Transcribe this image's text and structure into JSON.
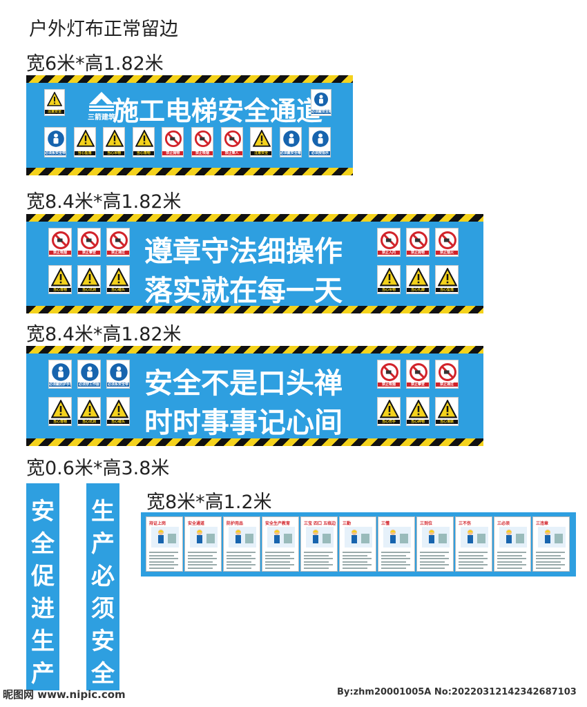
{
  "page_title": "户外灯布正常留边",
  "banners": [
    {
      "size": "宽6米*高1.82米",
      "lines": [
        "施工电梯安全通道"
      ],
      "logo_text": "三箭建筑",
      "signs_top": [
        {
          "type": "warning",
          "caption": "注意安全"
        },
        {
          "type": "mandatory",
          "caption": "必须戴安全帽"
        }
      ],
      "signs_bottom": [
        {
          "type": "mandatory",
          "caption": "必须系安全带"
        },
        {
          "type": "warning",
          "caption": "当心坠落"
        },
        {
          "type": "warning",
          "caption": "当心吊物"
        },
        {
          "type": "warning",
          "caption": "当心落物"
        },
        {
          "type": "prohibition",
          "caption": "禁止抛物"
        },
        {
          "type": "prohibition",
          "caption": "禁止吸烟"
        },
        {
          "type": "prohibition",
          "caption": "禁止乘人"
        },
        {
          "type": "warning",
          "caption": "注意安全"
        },
        {
          "type": "mandatory",
          "caption": "必须戴安全帽"
        },
        {
          "type": "mandatory",
          "caption": "必须按指示"
        }
      ]
    },
    {
      "size": "宽8.4米*高1.82米",
      "lines": [
        "遵章守法细操作",
        "落实就在每一天"
      ],
      "signs_left_top": [
        {
          "type": "prohibition",
          "caption": "禁止吸烟"
        },
        {
          "type": "prohibition",
          "caption": "禁止攀登"
        },
        {
          "type": "prohibition",
          "caption": "禁止通过"
        }
      ],
      "signs_left_bottom": [
        {
          "type": "warning",
          "caption": "当心落物"
        },
        {
          "type": "warning",
          "caption": "当心坑洞"
        },
        {
          "type": "warning",
          "caption": "当心碰头"
        }
      ],
      "signs_right_top": [
        {
          "type": "prohibition",
          "caption": "禁止入内"
        },
        {
          "type": "prohibition",
          "caption": "禁止抛物"
        },
        {
          "type": "prohibition",
          "caption": "禁止烟火"
        }
      ],
      "signs_right_bottom": [
        {
          "type": "warning",
          "caption": "当心吊物"
        },
        {
          "type": "warning",
          "caption": "当心扎脚"
        },
        {
          "type": "warning",
          "caption": "当心坠落"
        }
      ]
    },
    {
      "size": "宽8.4米*高1.82米",
      "lines": [
        "安全不是口头禅",
        "时时事事记心间"
      ],
      "signs_left_top": [
        {
          "type": "mandatory",
          "caption": "必须戴防护手套"
        },
        {
          "type": "mandatory",
          "caption": "必须穿工作服"
        },
        {
          "type": "mandatory",
          "caption": "必须系安全带"
        }
      ],
      "signs_left_bottom": [
        {
          "type": "warning",
          "caption": "当心落物"
        },
        {
          "type": "warning",
          "caption": "当心坑洞"
        },
        {
          "type": "warning",
          "caption": "当心碰头"
        }
      ],
      "signs_right_top": [
        {
          "type": "prohibition",
          "caption": "禁止吸烟"
        },
        {
          "type": "prohibition",
          "caption": "禁止攀登"
        },
        {
          "type": "prohibition",
          "caption": "禁止通过"
        }
      ],
      "signs_right_bottom": [
        {
          "type": "warning",
          "caption": "当心伤手"
        },
        {
          "type": "warning",
          "caption": "当心碎物"
        },
        {
          "type": "warning",
          "caption": "当心滑跌"
        }
      ]
    }
  ],
  "vertical_size": "宽0.6米*高3.8米",
  "vertical_banners": [
    "安全促进生产",
    "生产必须安全"
  ],
  "wide_board": {
    "size": "宽8米*高1.2米",
    "panel_titles": [
      "持证上岗",
      "安全通道",
      "防护用品",
      "安全生产教育",
      "三宝 四口 五临边",
      "三勤",
      "三懂",
      "三到位",
      "三不伤",
      "三必须",
      "三违章"
    ]
  },
  "watermark_left": "昵图网 www.nipic.com",
  "watermark_right": "By:zhm20001005A No:20220312142342687103",
  "colors": {
    "banner_blue": "#2e9fe0",
    "hazard_yellow": "#f4d21c",
    "prohibit_red": "#d2232a",
    "mandatory_blue": "#1764ae"
  }
}
